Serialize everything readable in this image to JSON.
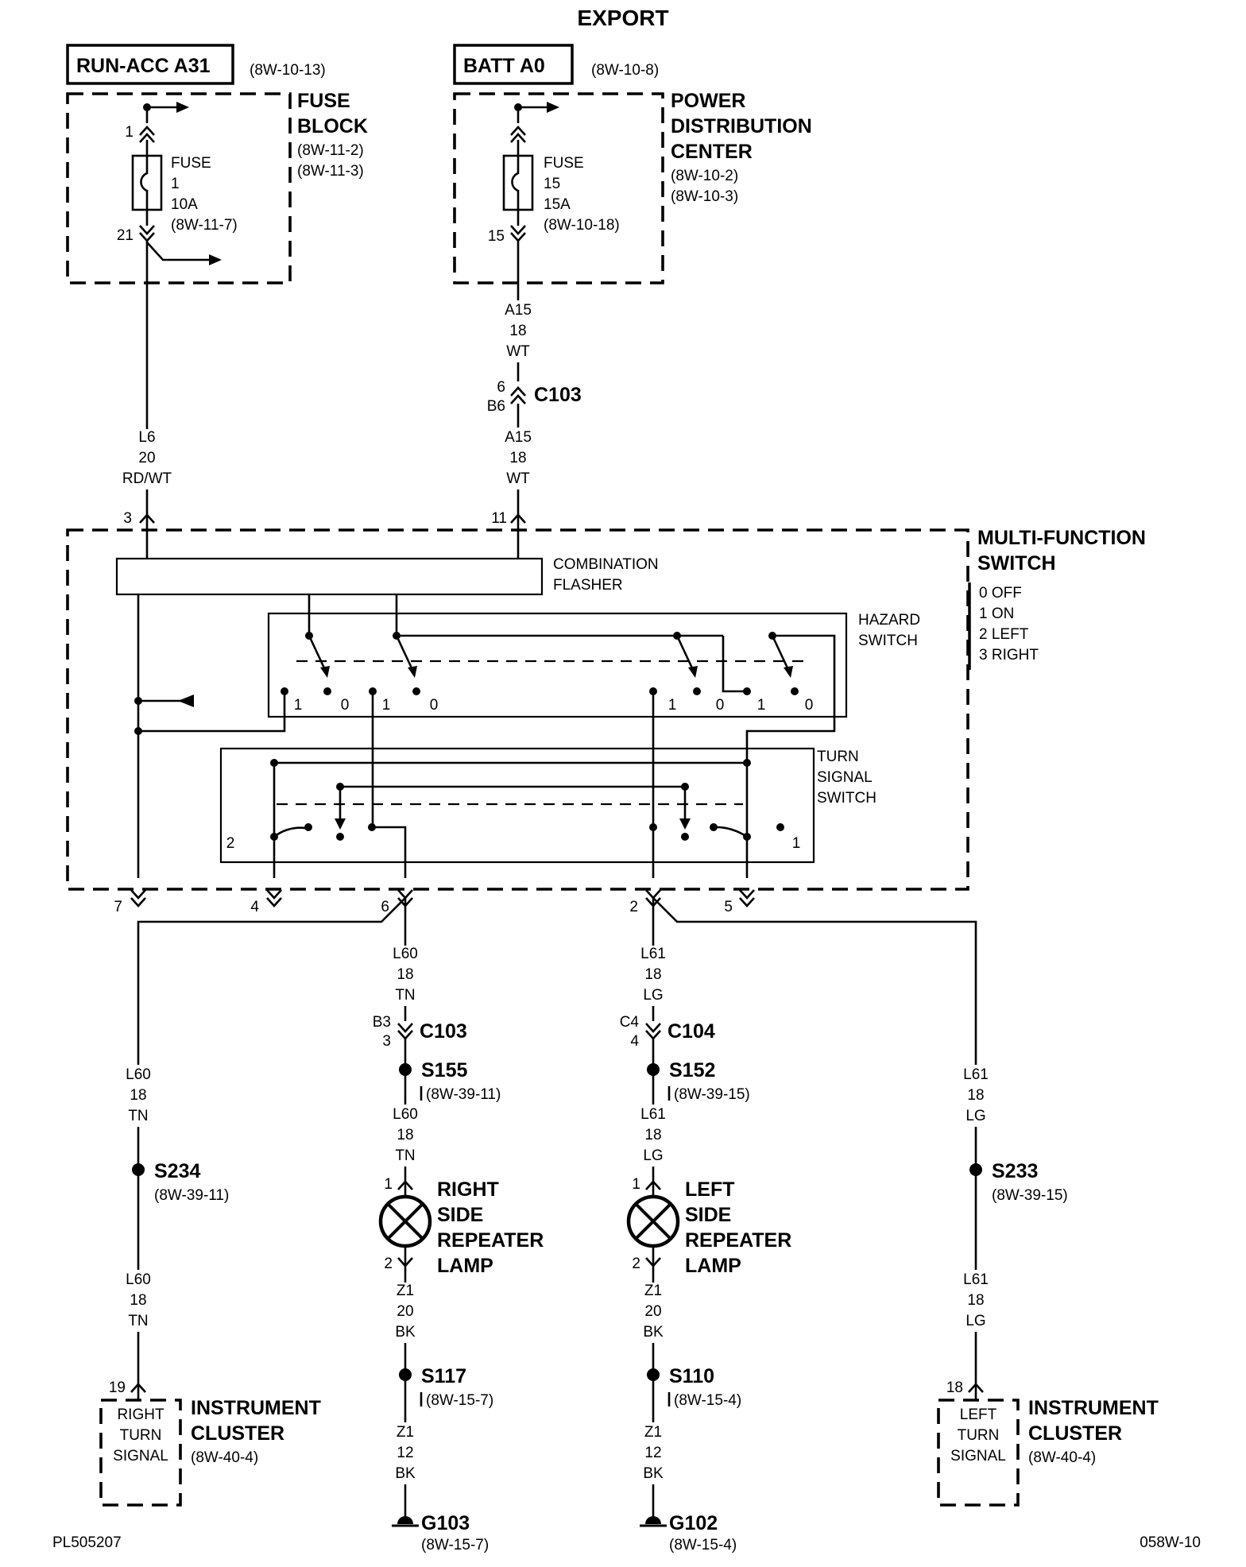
{
  "title": "EXPORT",
  "ref_left": "PL505207",
  "ref_right": "058W-10",
  "sources": [
    {
      "label": "RUN-ACC A31",
      "ref": "(8W-10-13)"
    },
    {
      "label": "BATT A0",
      "ref": "(8W-10-8)"
    }
  ],
  "fuse_block": {
    "name": [
      "FUSE",
      "BLOCK"
    ],
    "refs": [
      "(8W-11-2)",
      "(8W-11-3)"
    ],
    "fuse": [
      "FUSE",
      "1",
      "10A",
      "(8W-11-7)"
    ],
    "pin_in": "1",
    "pin_out": "21"
  },
  "pdc": {
    "name": [
      "POWER",
      "DISTRIBUTION",
      "CENTER"
    ],
    "refs": [
      "(8W-10-2)",
      "(8W-10-3)"
    ],
    "fuse": [
      "FUSE",
      "15",
      "15A",
      "(8W-10-18)"
    ],
    "pin_out": "15"
  },
  "wires": {
    "l6": [
      "L6",
      "20",
      "RD/WT"
    ],
    "a15": [
      "A15",
      "18",
      "WT"
    ],
    "l60": [
      "L60",
      "18",
      "TN"
    ],
    "l61": [
      "L61",
      "18",
      "LG"
    ],
    "z1_20": [
      "Z1",
      "20",
      "BK"
    ],
    "z1_12": [
      "Z1",
      "12",
      "BK"
    ]
  },
  "c103_top": {
    "name": "C103",
    "pins": [
      "6",
      "B6"
    ]
  },
  "mfs": {
    "name": [
      "MULTI-FUNCTION",
      "SWITCH"
    ],
    "positions": [
      "0 OFF",
      "1 ON",
      "2 LEFT",
      "3 RIGHT"
    ],
    "flasher": [
      "COMBINATION",
      "FLASHER"
    ],
    "hazard": [
      "HAZARD",
      "SWITCH"
    ],
    "turn": [
      "TURN",
      "SIGNAL",
      "SWITCH"
    ],
    "in_pins": [
      "3",
      "11"
    ],
    "out_pins": [
      "7",
      "4",
      "6",
      "2",
      "5"
    ],
    "hazard_contacts": [
      "1",
      "0",
      "1",
      "0",
      "1",
      "0",
      "1",
      "0"
    ],
    "turn_positions": [
      "2",
      "1"
    ]
  },
  "conn_right": {
    "name": "C103",
    "pins": [
      "B3",
      "3"
    ]
  },
  "conn_left": {
    "name": "C104",
    "pins": [
      "C4",
      "4"
    ]
  },
  "splices": [
    {
      "name": "S155",
      "ref": "(8W-39-11)"
    },
    {
      "name": "S152",
      "ref": "(8W-39-15)"
    },
    {
      "name": "S234",
      "ref": "(8W-39-11)"
    },
    {
      "name": "S233",
      "ref": "(8W-39-15)"
    },
    {
      "name": "S117",
      "ref": "(8W-15-7)"
    },
    {
      "name": "S110",
      "ref": "(8W-15-4)"
    }
  ],
  "lamps": [
    {
      "name": [
        "RIGHT",
        "SIDE",
        "REPEATER",
        "LAMP"
      ],
      "pins": [
        "1",
        "2"
      ]
    },
    {
      "name": [
        "LEFT",
        "SIDE",
        "REPEATER",
        "LAMP"
      ],
      "pins": [
        "1",
        "2"
      ]
    }
  ],
  "grounds": [
    {
      "name": "G103",
      "ref": "(8W-15-7)"
    },
    {
      "name": "G102",
      "ref": "(8W-15-4)"
    }
  ],
  "clusters": [
    {
      "pin": "19",
      "inner": [
        "RIGHT",
        "TURN",
        "SIGNAL"
      ],
      "name": [
        "INSTRUMENT",
        "CLUSTER"
      ],
      "ref": "(8W-40-4)"
    },
    {
      "pin": "18",
      "inner": [
        "LEFT",
        "TURN",
        "SIGNAL"
      ],
      "name": [
        "INSTRUMENT",
        "CLUSTER"
      ],
      "ref": "(8W-40-4)"
    }
  ]
}
